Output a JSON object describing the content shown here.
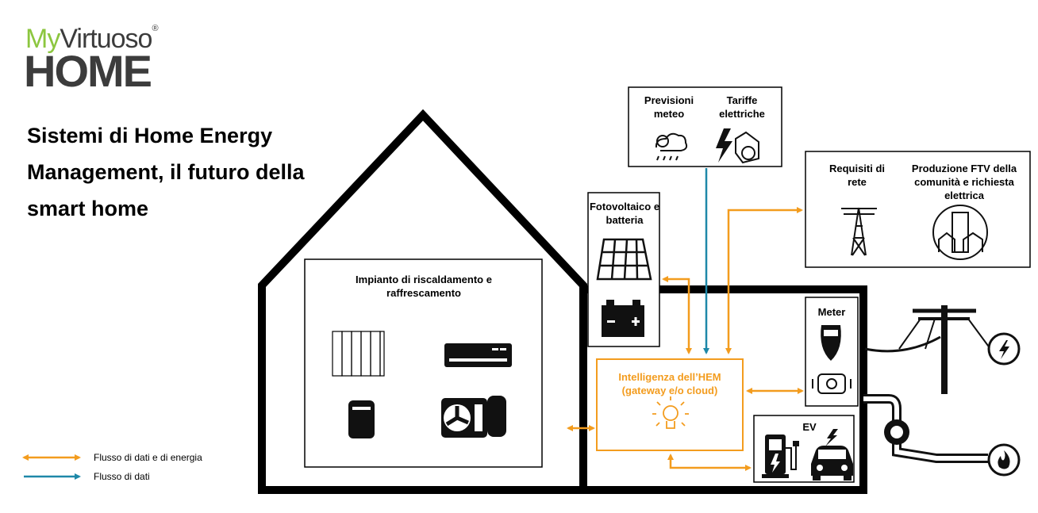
{
  "logo": {
    "my": "My",
    "virtuoso": "Virtuoso",
    "reg": "®",
    "home": "HOME"
  },
  "title": "Sistemi di Home Energy Management, il futuro della smart home",
  "boxes": {
    "heating": "Impianto di riscaldamento e raffrescamento",
    "pv": "Fotovoltaico e batteria",
    "weather": "Previsioni meteo",
    "tariffs": "Tariffe elettriche",
    "grid": "Requisiti di rete",
    "community": "Produzione FTV della comunità e richiesta elettrica",
    "meter": "Meter",
    "hem": "Intelligenza dell’HEM (gateway e/o cloud)",
    "ev": "EV"
  },
  "legend": {
    "data_energy": "Flusso di dati e di energia",
    "data": "Flusso di dati"
  },
  "colors": {
    "orange": "#f39c1e",
    "blue": "#1e88a8",
    "logo_green": "#8cc63f",
    "logo_gray": "#3c3c3c"
  }
}
